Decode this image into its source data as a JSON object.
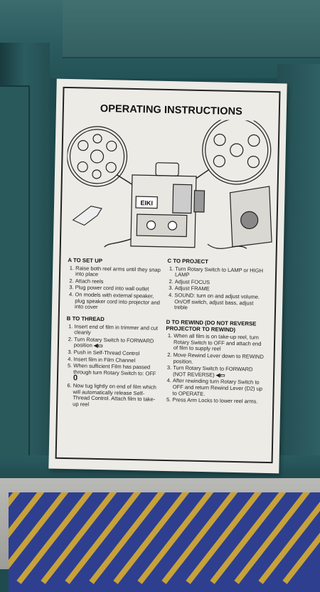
{
  "sheet": {
    "title": "OPERATING INSTRUCTIONS",
    "brand": "EIKI",
    "sections": {
      "setup": {
        "heading": "A TO SET UP",
        "items": [
          "Raise both reel arms until they snap into place",
          "Attach reels",
          "Plug power cord into wall outlet",
          "On models with external speaker, plug speaker cord into projector and into cover"
        ]
      },
      "project": {
        "heading": "C TO PROJECT",
        "items": [
          "Turn Rotary Switch to LAMP or HIGH LAMP",
          "Adjust FOCUS",
          "Adjust FRAME",
          "SOUND: turn on and adjust volume. On/Off switch, adjust bass, adjust treble"
        ]
      },
      "thread": {
        "heading": "B TO THREAD",
        "items": [
          "Insert end of film in trimmer and cut cleanly",
          "Turn Rotary Switch to FORWARD position",
          "Push in Self-Thread Control",
          "Insert film in Film Channel",
          "When sufficient Film has passed through turn Rotary Switch to: OFF",
          "Now tug lightly on end of film which will automatically release Self-Thread Control. Attach film to take-up reel"
        ]
      },
      "rewind": {
        "heading": "D TO REWIND (DO NOT REVERSE PROJECTOR TO REWIND)",
        "items": [
          "When all film is on take-up reel, turn Rotary Switch to OFF and attach end of film to supply reel",
          "Move Rewind Lever down to REWIND position.",
          "Turn Rotary Switch to FORWARD (NOT REVERSE)",
          "After rewinding turn Rotary Switch to OFF and return Rewind Lever (D2) up to OPERATE.",
          "Press Arm Locks to lower reel arms."
        ]
      }
    },
    "off_symbol": "0"
  }
}
